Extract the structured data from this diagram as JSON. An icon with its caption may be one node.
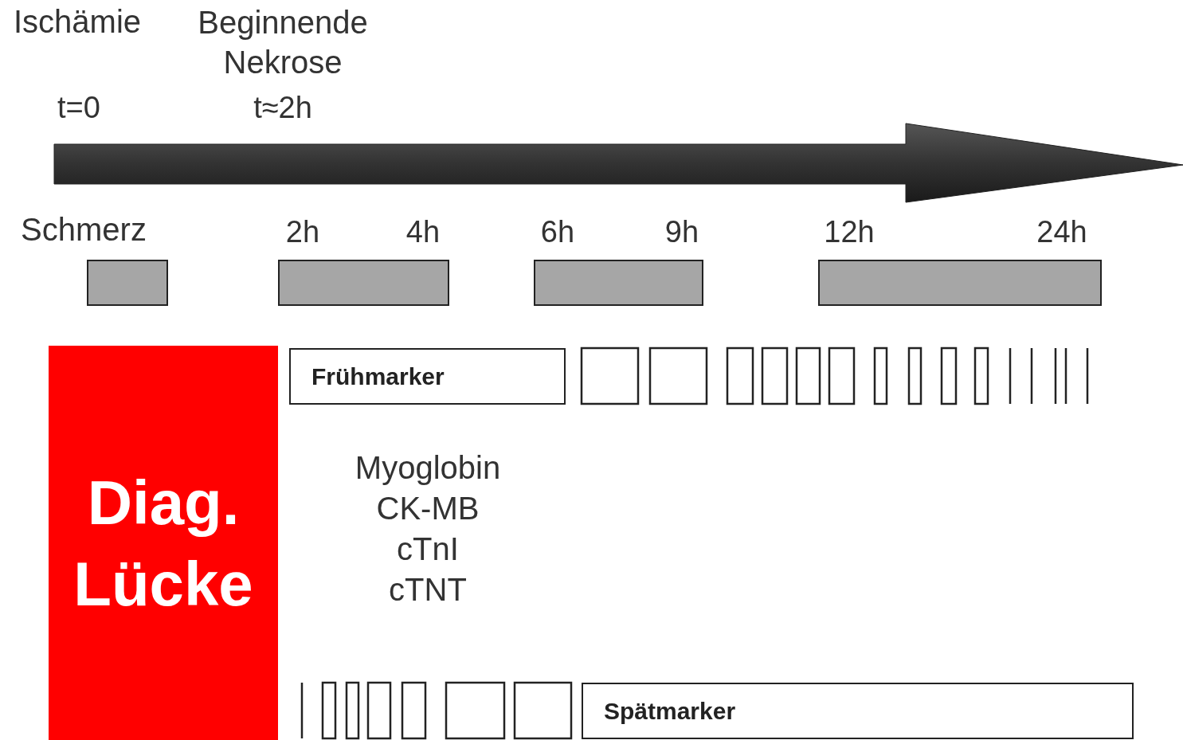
{
  "diagram": {
    "nodes": [
      {
        "text": [
          "Diag. Lücke"
        ]
      },
      {
        "text": [
          "Frühmarker"
        ]
      },
      {
        "text": [
          "Spätmarker"
        ]
      },
      {
        "text": [],
        "shape": "bar"
      },
      {
        "text": [],
        "shape": "bar"
      },
      {
        "text": [],
        "shape": "bar"
      },
      {
        "text": [],
        "shape": "bar"
      }
    ],
    "labels": [
      "Ischämie",
      "Beginnende Nekrose",
      "t=0",
      "t≈2h",
      "Schmerz",
      "2h",
      "4h",
      "6h",
      "9h",
      "12h",
      "24h",
      "Myoglobin",
      "CK-MB",
      "cTnI",
      "cTNT"
    ]
  }
}
